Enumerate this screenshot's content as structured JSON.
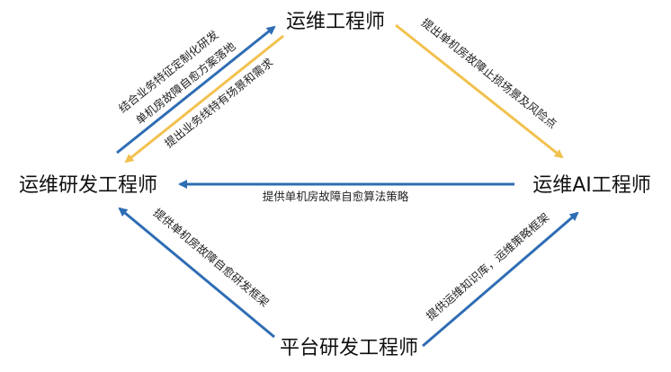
{
  "colors": {
    "blue": "#2E6DB4",
    "yellow": "#F2C14E",
    "text": "#111111"
  },
  "nodes": {
    "ops": "运维工程师",
    "ops_dev": "运维研发工程师",
    "ops_ai": "运维AI工程师",
    "platform": "平台研发工程师"
  },
  "edges": {
    "devops_to_ops_line1": "结合业务特征定制化研发",
    "devops_to_ops_line2": "单机房故障自愈方案落地",
    "ops_to_devops": "提出业务线特有场景和需求",
    "ops_to_ai": "提出单机房故障止损场景及风险点",
    "ai_to_devops": "提供单机房故障自愈算法策略",
    "platform_to_devops": "提供单机房故障自愈研发框架",
    "platform_to_ai": "提供运维知识库，运维策略框架"
  }
}
